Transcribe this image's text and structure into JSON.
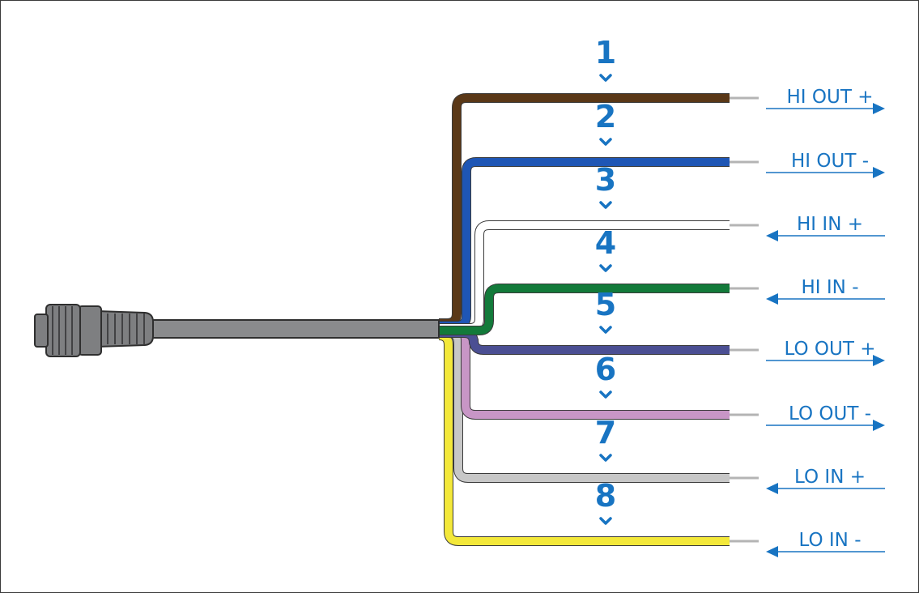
{
  "colors": {
    "accent": "#1874c2",
    "cable": "#8a8b8d",
    "connector": "#7e7f81",
    "strip": "#b4b4b4"
  },
  "wires": [
    {
      "pin": "1",
      "label": "HI OUT +",
      "color": "#5a3817",
      "direction": "out"
    },
    {
      "pin": "2",
      "label": "HI OUT -",
      "color": "#1e56b5",
      "direction": "out"
    },
    {
      "pin": "3",
      "label": "HI IN +",
      "color": "#ffffff",
      "direction": "in"
    },
    {
      "pin": "4",
      "label": "HI IN -",
      "color": "#137a3a",
      "direction": "in"
    },
    {
      "pin": "5",
      "label": "LO OUT +",
      "color": "#4b4f93",
      "direction": "out"
    },
    {
      "pin": "6",
      "label": "LO OUT -",
      "color": "#c896c6",
      "direction": "out"
    },
    {
      "pin": "7",
      "label": "LO IN +",
      "color": "#c7c7c7",
      "direction": "in"
    },
    {
      "pin": "8",
      "label": "LO IN -",
      "color": "#f3e83a",
      "direction": "in"
    }
  ]
}
